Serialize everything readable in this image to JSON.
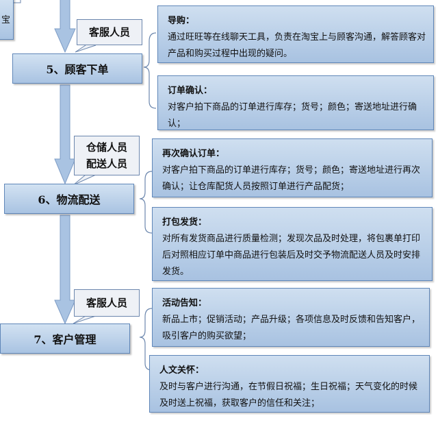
{
  "fragment": {
    "label": "宝"
  },
  "steps": [
    {
      "label": "5、顾客下单"
    },
    {
      "label": "6、物流配送"
    },
    {
      "label": "7、客户管理"
    }
  ],
  "roles": [
    {
      "lines": [
        "客服人员"
      ]
    },
    {
      "lines": [
        "仓储人员",
        "配送人员"
      ]
    },
    {
      "lines": [
        "客服人员"
      ]
    }
  ],
  "cards": [
    {
      "title": "导购：",
      "body": "通过旺旺等在线聊天工具，负责在淘宝上与顾客沟通，解答顾客对产品和购买过程中出现的疑问。"
    },
    {
      "title": "订单确认：",
      "body": "对客户拍下商品的订单进行库存；货号；颜色；寄送地址进行确认；"
    },
    {
      "title": "再次确认订单：",
      "body": "对客户拍下商品的订单进行库存；货号；颜色；寄送地址进行再次确认；让仓库配货人员按照订单进行产品配货；"
    },
    {
      "title": "打包发货：",
      "body": "对所有发货商品进行质量检测；发现次品及时处理，将包裹单打印后对照相应订单中商品进行包装后及时交予物流配送人员及时安排发货。"
    },
    {
      "title": "活动告知：",
      "body": "新品上市；促销活动；产品升级；各项信息及时反馈和告知客户，吸引客户的购买欲望；"
    },
    {
      "title": "人文关怀：",
      "body": "及时与客户进行沟通，在节假日祝福；生日祝福；天气变化的时候及时送上祝福，获取客户的信任和关注；"
    }
  ],
  "colors": {
    "box_top": "#d2e2f2",
    "box_bottom": "#a9c3e2",
    "border": "#5f86b8",
    "arrow": "#a9c3e2"
  }
}
